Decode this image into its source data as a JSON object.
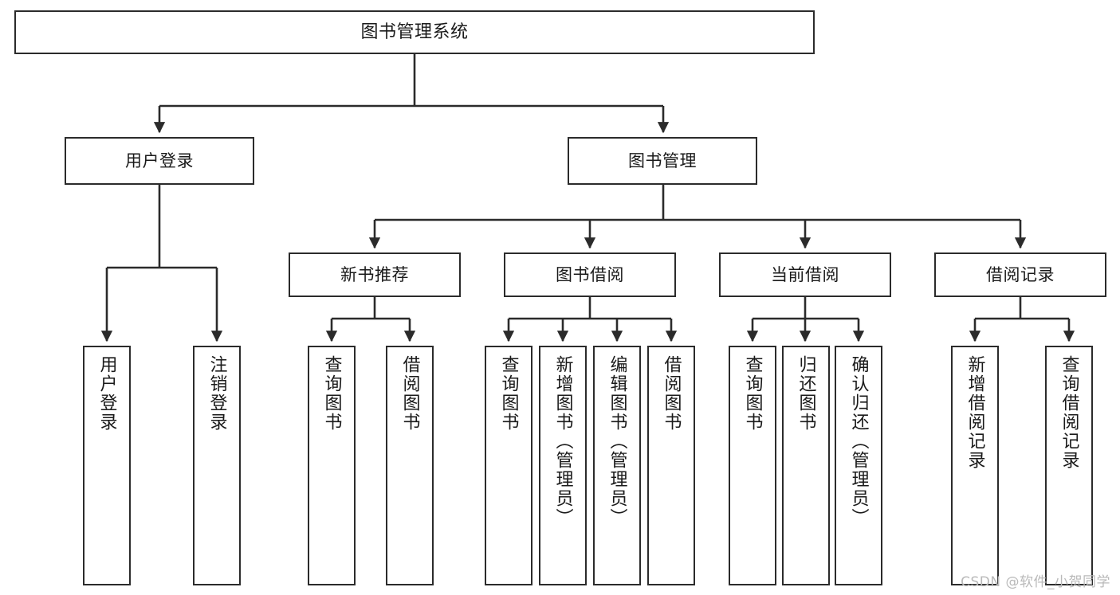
{
  "diagram": {
    "title": "图书管理系统",
    "type": "tree-structure-chart",
    "colors": {
      "box_border": "#2b2b2b",
      "box_fill": "#ffffff",
      "connector": "#2b2b2b",
      "watermark": "#b9b9b9",
      "background": "#ffffff"
    },
    "watermark": "CSDN @软件_小贺同学"
  },
  "nodes": {
    "root": {
      "label": "图书管理系统"
    },
    "level2": [
      {
        "id": "user-login",
        "label": "用户登录"
      },
      {
        "id": "book-manage",
        "label": "图书管理"
      }
    ],
    "level3": [
      {
        "id": "new-book-recommend",
        "label": "新书推荐"
      },
      {
        "id": "book-borrow",
        "label": "图书借阅"
      },
      {
        "id": "current-borrow",
        "label": "当前借阅"
      },
      {
        "id": "borrow-record",
        "label": "借阅记录"
      }
    ],
    "leaves": {
      "user-login": [
        {
          "id": "leaf-user-login",
          "label": "用户登录"
        },
        {
          "id": "leaf-logout",
          "label": "注销登录"
        }
      ],
      "new-book-recommend": [
        {
          "id": "leaf-query-book-1",
          "label": "查询图书"
        },
        {
          "id": "leaf-borrow-book-1",
          "label": "借阅图书"
        }
      ],
      "book-borrow": [
        {
          "id": "leaf-query-book-2",
          "label": "查询图书"
        },
        {
          "id": "leaf-add-book",
          "label": "新增图书（管理员）"
        },
        {
          "id": "leaf-edit-book",
          "label": "编辑图书（管理员）"
        },
        {
          "id": "leaf-borrow-book-2",
          "label": "借阅图书"
        }
      ],
      "current-borrow": [
        {
          "id": "leaf-query-book-3",
          "label": "查询图书"
        },
        {
          "id": "leaf-return-book",
          "label": "归还图书"
        },
        {
          "id": "leaf-confirm-return",
          "label": "确认归还（管理员）"
        }
      ],
      "borrow-record": [
        {
          "id": "leaf-add-record",
          "label": "新增借阅记录"
        },
        {
          "id": "leaf-query-record",
          "label": "查询借阅记录"
        }
      ]
    }
  }
}
